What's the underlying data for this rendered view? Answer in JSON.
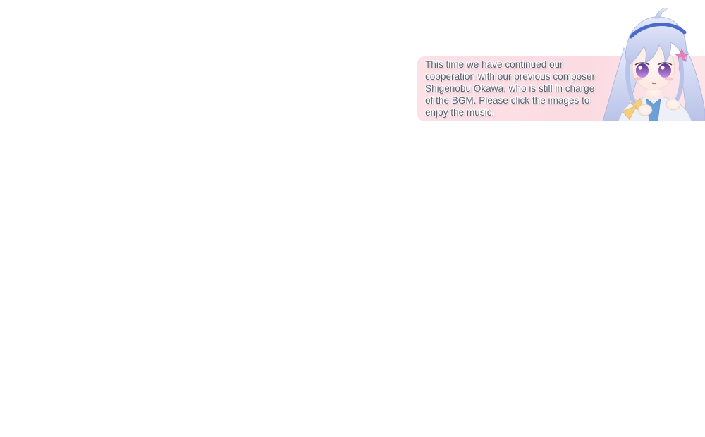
{
  "banner": {
    "lines": [
      "This time we have continued our",
      "cooperation with our previous composer",
      "Shigenobu Okawa, who is still in charge",
      "of the BGM. Please click the images to",
      "enjoy the music."
    ]
  },
  "character": {
    "hair_color": "#c9d0ef",
    "headband_color": "#4c6ac9",
    "eye_color": "#9b5fc2",
    "ribbon_color": "#f2c774"
  },
  "colors": {
    "banner_bg": "#fbdbe2",
    "text": "#5e5b6b",
    "page_bg": "#ffffff"
  }
}
